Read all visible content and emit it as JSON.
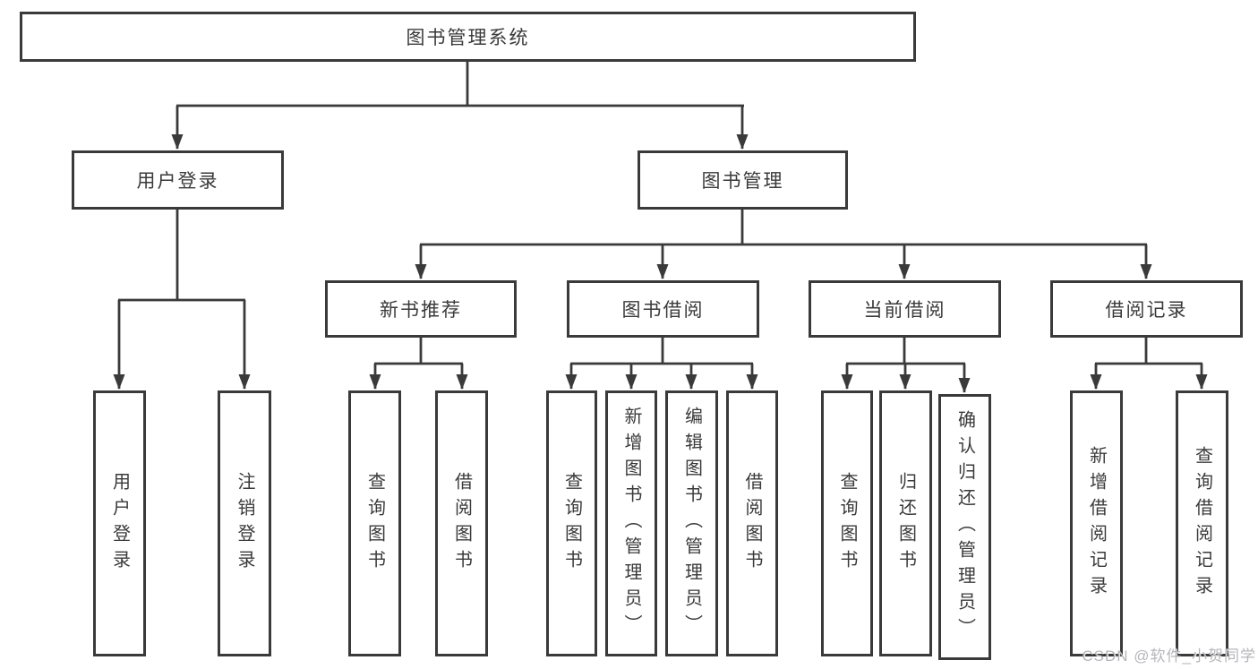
{
  "tree": {
    "label": "图书管理系统",
    "children": [
      {
        "label": "用户登录",
        "children": [
          {
            "label": "用户登录"
          },
          {
            "label": "注销登录"
          }
        ]
      },
      {
        "label": "图书管理",
        "children": [
          {
            "label": "新书推荐",
            "children": [
              {
                "label": "查询图书"
              },
              {
                "label": "借阅图书"
              }
            ]
          },
          {
            "label": "图书借阅",
            "children": [
              {
                "label": "查询图书"
              },
              {
                "label": "新增图书（管理员）"
              },
              {
                "label": "编辑图书（管理员）"
              },
              {
                "label": "借阅图书"
              }
            ]
          },
          {
            "label": "当前借阅",
            "children": [
              {
                "label": "查询图书"
              },
              {
                "label": "归还图书"
              },
              {
                "label": "确认归还（管理员）"
              }
            ]
          },
          {
            "label": "借阅记录",
            "children": [
              {
                "label": "新增借阅记录"
              },
              {
                "label": "查询借阅记录"
              }
            ]
          }
        ]
      }
    ]
  },
  "watermark": {
    "text": "CSDN @软件_小贺同学"
  },
  "colors": {
    "line": "#3a3a3a",
    "box_fill": "#ffffff",
    "text": "#3a3a3a",
    "background": "#ffffff",
    "watermark_text": "#b2b2b6"
  }
}
